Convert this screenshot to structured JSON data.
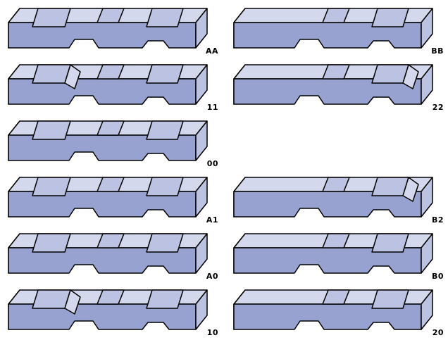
{
  "colors": {
    "top_face": "#d4d8ec",
    "front_face": "#98a2d0",
    "side_face": "#bcc2e2",
    "outline": "#000000"
  },
  "pieces": [
    {
      "label": "AA",
      "left_notch": "open",
      "right_notch": "open"
    },
    {
      "label": "BB",
      "left_notch": "solid",
      "right_notch": "open"
    },
    {
      "label": "11",
      "left_notch": "wedge",
      "right_notch": "open"
    },
    {
      "label": "22",
      "left_notch": "solid",
      "right_notch": "wedge"
    },
    {
      "label": "00",
      "left_notch": "open",
      "right_notch": "open"
    },
    {
      "label": "A1",
      "left_notch": "open",
      "right_notch": "open"
    },
    {
      "label": "B2",
      "left_notch": "solid",
      "right_notch": "wedge"
    },
    {
      "label": "A0",
      "left_notch": "open",
      "right_notch": "open"
    },
    {
      "label": "B0",
      "left_notch": "solid",
      "right_notch": "open"
    },
    {
      "label": "10",
      "left_notch": "wedge",
      "right_notch": "open"
    },
    {
      "label": "20",
      "left_notch": "solid",
      "right_notch": "open"
    }
  ]
}
